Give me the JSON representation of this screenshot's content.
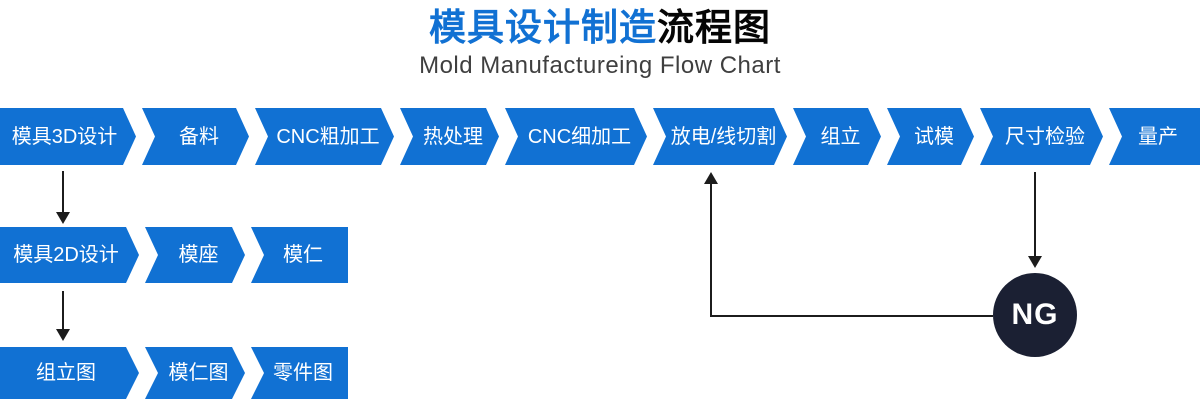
{
  "header": {
    "title_blue": "模具设计制造",
    "title_black": "流程图",
    "subtitle": "Mold Manufactureing Flow Chart"
  },
  "flow": {
    "row1": [
      "模具3D设计",
      "备料",
      "CNC粗加工",
      "热处理",
      "CNC细加工",
      "放电/线切割",
      "组立",
      "试模",
      "尺寸检验",
      "量产"
    ],
    "row2": [
      "模具2D设计",
      "模座",
      "模仁"
    ],
    "row3": [
      "组立图",
      "模仁图",
      "零件图"
    ],
    "ng_label": "NG"
  },
  "colors": {
    "box_blue": "#1171d3",
    "title_blue": "#1171d3",
    "title_black": "#050505",
    "subtitle_gray": "#3f3f3f",
    "line_color": "#1c1c1c",
    "ng_dark": "#1b2033"
  }
}
